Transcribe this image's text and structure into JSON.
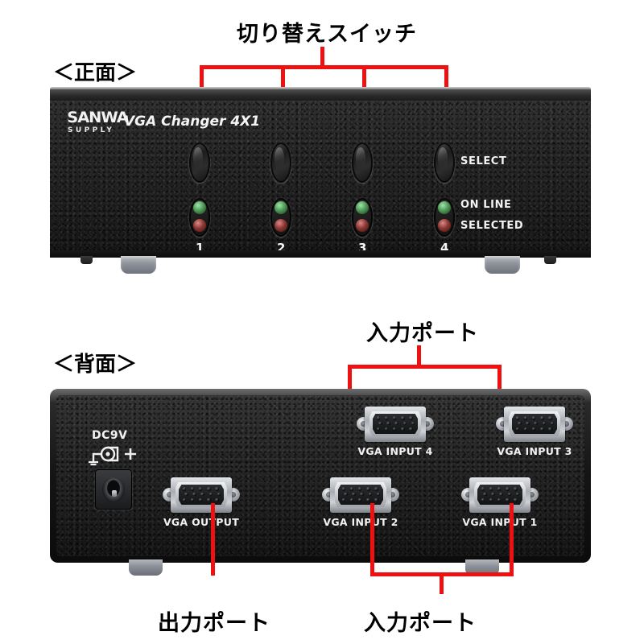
{
  "annotations": {
    "top_switch_label": "切り替えスイッチ",
    "front_view_label": "＜正面＞",
    "rear_view_label": "＜背面＞",
    "input_port_top_label": "入力ポート",
    "output_port_label": "出力ポート",
    "input_port_bottom_label": "入力ポート",
    "leader_color": "#ee1111"
  },
  "front": {
    "brand_name": "SANWA",
    "brand_sub": "SUPPLY",
    "model": "VGA Changer 4X1",
    "select_label": "SELECT",
    "online_label": "ON LINE",
    "selected_label": "SELECTED",
    "port_numbers": [
      "1",
      "2",
      "3",
      "4"
    ],
    "led_colors": {
      "online": "#4f9a57",
      "selected": "#8e3733"
    },
    "case_color": "#1d1d1d"
  },
  "rear": {
    "power_label": "DC9V",
    "ports": [
      {
        "name": "VGA INPUT 4"
      },
      {
        "name": "VGA INPUT 3"
      },
      {
        "name": "VGA OUTPUT"
      },
      {
        "name": "VGA INPUT 2"
      },
      {
        "name": "VGA INPUT 1"
      }
    ],
    "connector_pin_count": 15,
    "case_color": "#1c1c1c"
  }
}
